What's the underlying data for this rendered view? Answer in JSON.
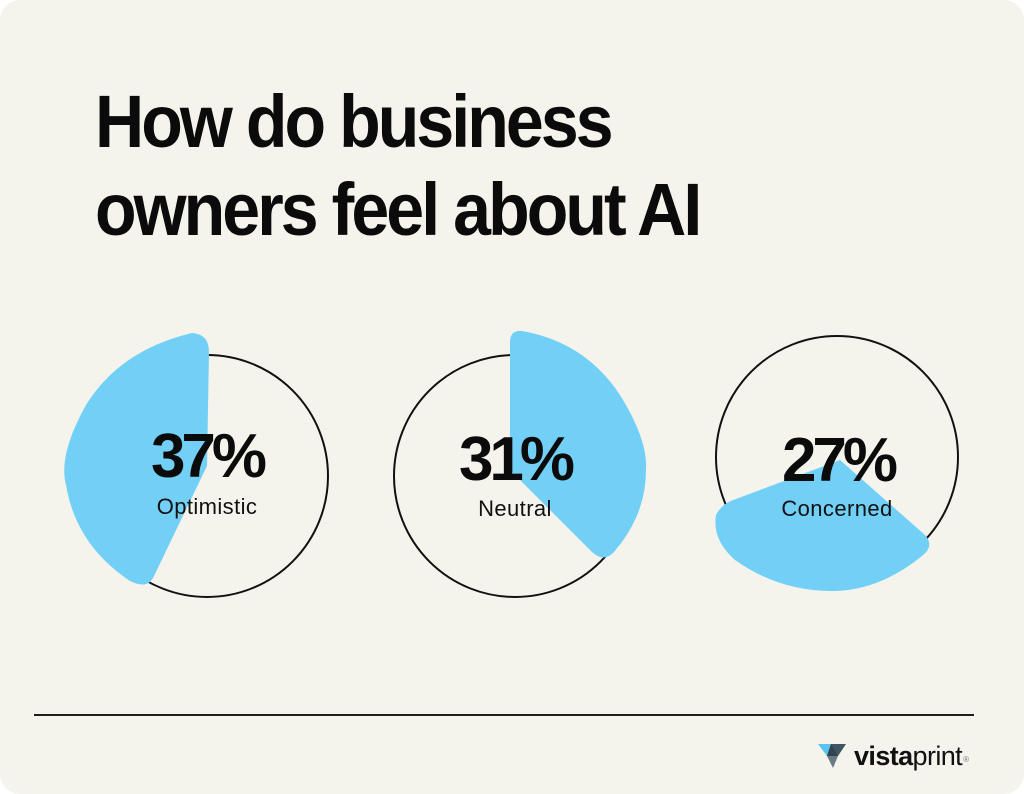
{
  "header": {
    "title_line1": "How do business",
    "title_line2": "owners feel about AI"
  },
  "colors": {
    "background": "#f5f4ec",
    "accent_blue": "#72d0f6",
    "text": "#0b0b0b",
    "outline": "#111111"
  },
  "charts": [
    {
      "value": "37%",
      "label": "Optimistic"
    },
    {
      "value": "31%",
      "label": "Neutral"
    },
    {
      "value": "27%",
      "label": "Concerned"
    }
  ],
  "brand": {
    "logo_icon": "vistaprint-triangle-icon",
    "name_bold": "vista",
    "name_regular": "print",
    "registered": "®"
  },
  "chart_data": {
    "type": "pie",
    "title": "How do business owners feel about AI",
    "categories": [
      "Optimistic",
      "Neutral",
      "Concerned"
    ],
    "values": [
      37,
      31,
      27
    ],
    "unit": "%",
    "layout": "three separate single-slice circle charts, each highlighting its share in light blue",
    "legend": "none (labels inside each circle)"
  }
}
